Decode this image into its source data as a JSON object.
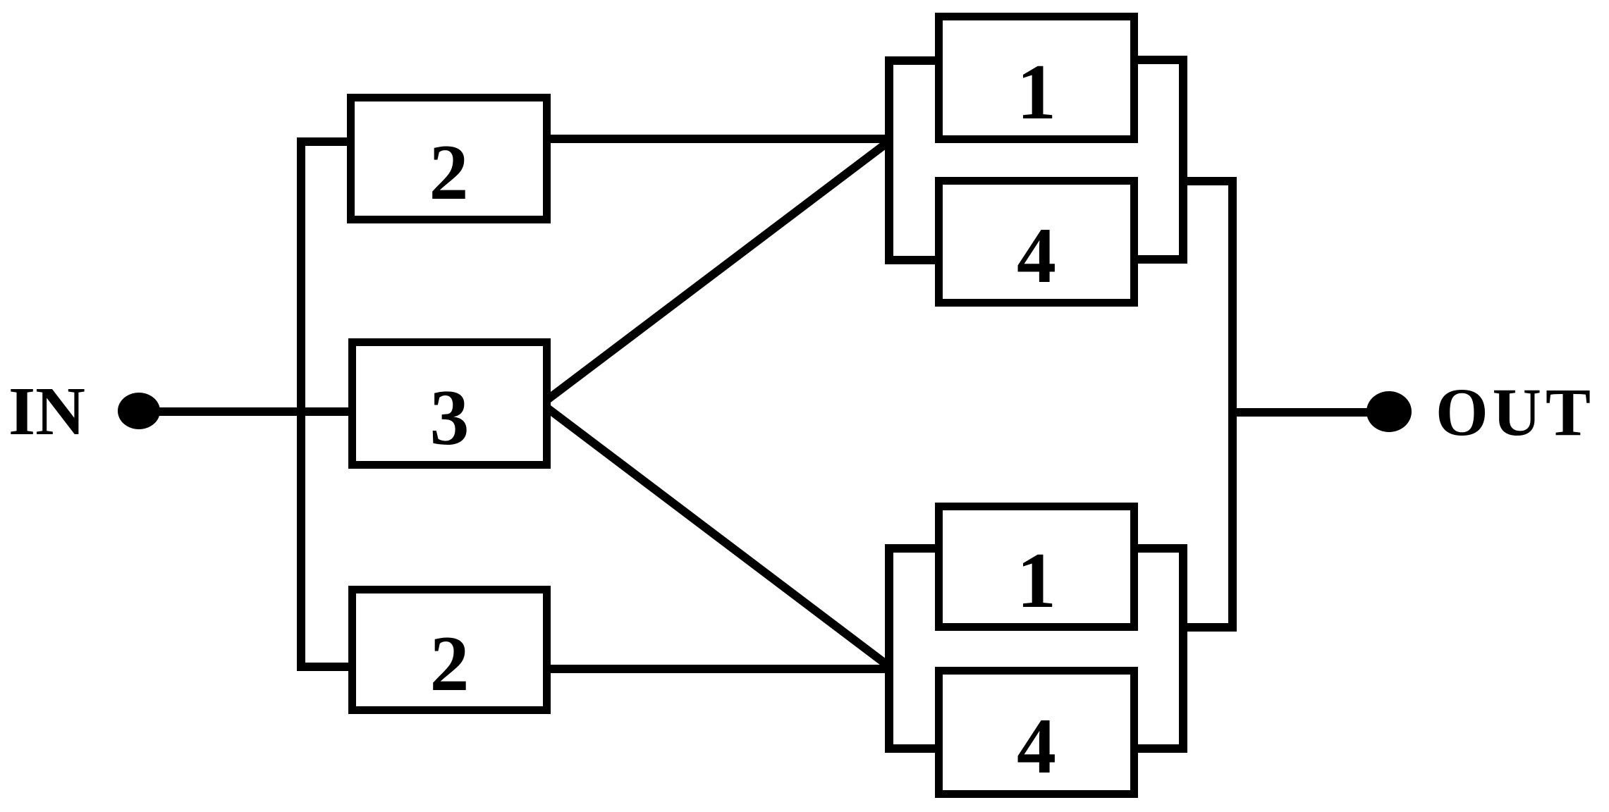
{
  "diagram": {
    "input_label": "IN",
    "output_label": "OUT",
    "blocks": [
      {
        "position": "left-top",
        "label": "2"
      },
      {
        "position": "left-middle",
        "label": "3"
      },
      {
        "position": "left-bottom",
        "label": "2"
      },
      {
        "position": "upper-group-top",
        "label": "1"
      },
      {
        "position": "upper-group-bottom",
        "label": "4"
      },
      {
        "position": "lower-group-top",
        "label": "1"
      },
      {
        "position": "lower-group-bottom",
        "label": "4"
      }
    ],
    "colors": {
      "stroke": "#000000",
      "background": "#ffffff"
    }
  }
}
